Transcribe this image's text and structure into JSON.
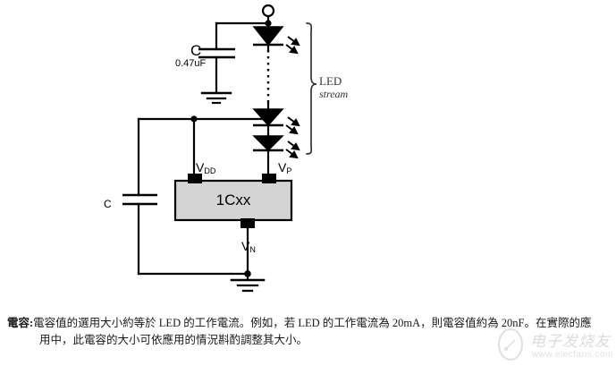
{
  "diagram": {
    "type": "circuit-schematic",
    "title_text": "",
    "components": {
      "cap_top": {
        "name_label": "C",
        "value_label": "0.47uF"
      },
      "cap_left": {
        "name_label": "C"
      },
      "chip": {
        "part_label": "1Cxx",
        "fill_color": "#d4d4d4",
        "border_color": "#000000"
      },
      "led_stream": {
        "bracket_label_line1": "LED",
        "bracket_label_line2": "stream",
        "led_count_drawn": 3,
        "ellipsis": "dotted-line"
      }
    },
    "pins": {
      "vdd": {
        "label": "V",
        "subscript": "DD"
      },
      "vp": {
        "label": "V",
        "subscript": "P"
      },
      "vn": {
        "label": "V",
        "subscript": "N"
      }
    }
  },
  "caption": {
    "term": "電容:",
    "line1": "電容值的選用大小約等於 LED 的工作電流。例如，若 LED 的工作電流為 20mA，則電容值約為 20nF。在實際的應",
    "line2": "用中，此電容的大小可依應用的情況斟酌調整其大小。"
  },
  "watermark": {
    "text": "电子发烧友",
    "url": "www.elecfans.com"
  },
  "colors": {
    "stroke": "#000000",
    "chip_fill": "#d4d4d4",
    "text": "#1a1a1a",
    "label_gray": "#333333",
    "watermark": "#9a9aa6"
  }
}
